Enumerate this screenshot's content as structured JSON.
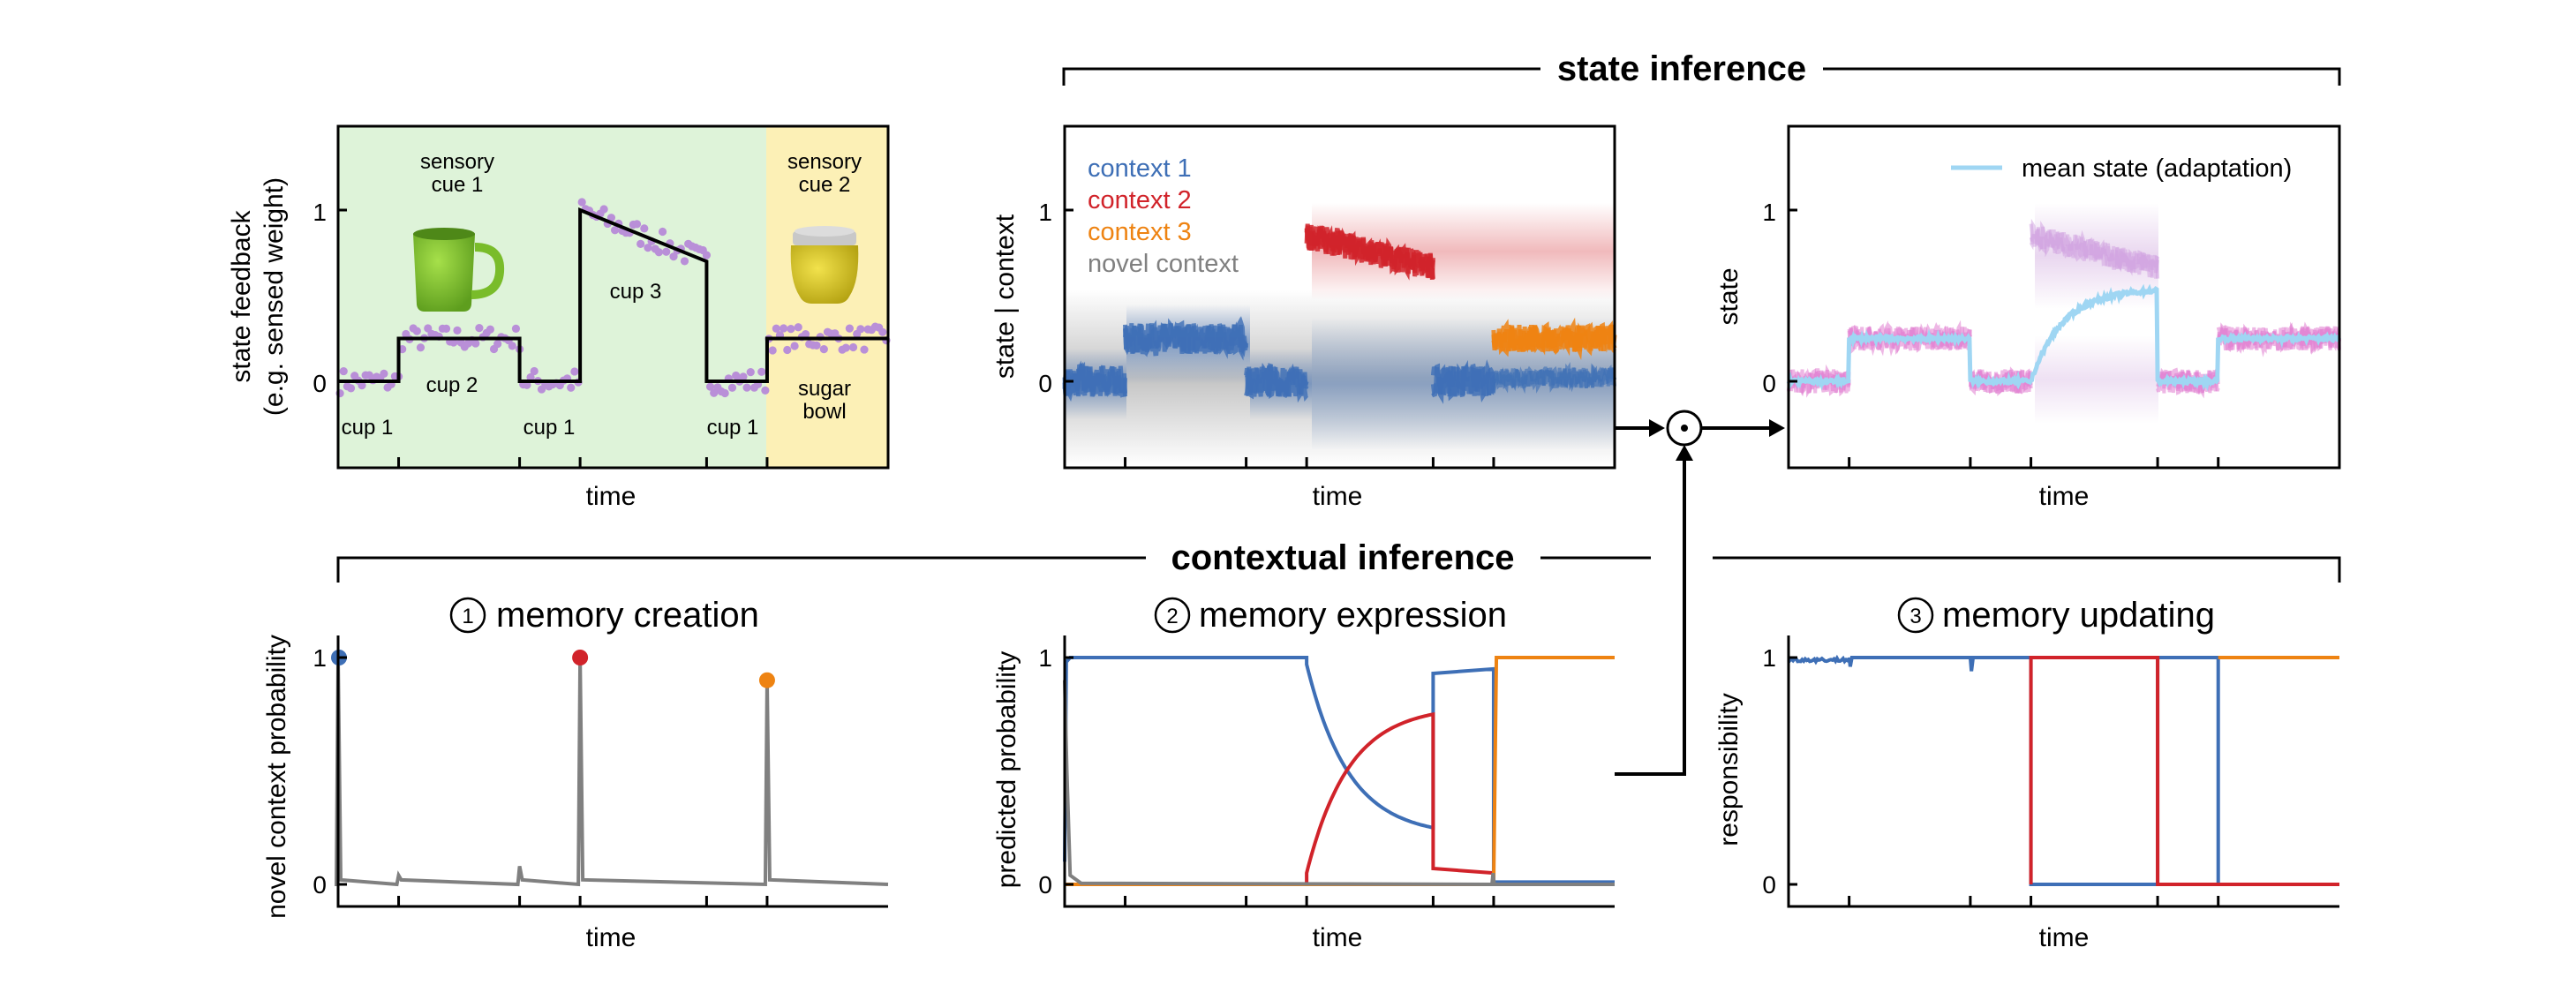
{
  "header_top": "state inference",
  "header_bottom": "contextual inference",
  "colors": {
    "context1": "#3e6fb6",
    "context2": "#d1232a",
    "context3": "#ee8312",
    "novel": "#808080",
    "mean": "#9fd6f3",
    "points": "#b98fd8",
    "green_bg": "#def3d9",
    "yellow_bg": "#fcf0b6"
  },
  "chart_data": [
    {
      "id": "feedback",
      "type": "line",
      "ylabel": "state feedback",
      "ylabel2": "(e.g. sensed weight)",
      "xlabel": "time",
      "yticks": [
        "0",
        "1"
      ],
      "ylim": [
        -0.5,
        1.5
      ],
      "segment_labels": [
        "cup 1",
        "cup 2",
        "cup 1",
        "cup 3",
        "cup 1"
      ],
      "segment_label_last": [
        "sugar",
        "bowl"
      ],
      "cue1": [
        "sensory",
        "cue 1"
      ],
      "cue2": [
        "sensory",
        "cue 2"
      ],
      "x": [
        0,
        0.11,
        0.11,
        0.33,
        0.33,
        0.44,
        0.44,
        0.67,
        0.67,
        0.78,
        0.78,
        1.0
      ],
      "y": [
        0,
        0,
        0.25,
        0.25,
        0,
        0,
        1.0,
        0.7,
        0,
        0,
        0.25,
        0.25
      ]
    },
    {
      "id": "state_context",
      "type": "area",
      "ylabel": "state | context",
      "xlabel": "time",
      "yticks": [
        "0",
        "1"
      ],
      "legend": [
        "context 1",
        "context 2",
        "context 3",
        "novel context"
      ]
    },
    {
      "id": "state",
      "type": "line",
      "ylabel": "state",
      "xlabel": "time",
      "yticks": [
        "0",
        "1"
      ],
      "legend": [
        "mean state (adaptation)"
      ]
    },
    {
      "id": "memory_creation",
      "type": "line",
      "number": "1",
      "title": "memory creation",
      "ylabel": "novel context probability",
      "xlabel": "time",
      "yticks": [
        "0",
        "1"
      ],
      "spikes": [
        {
          "t": 0.0,
          "p": 1.0
        },
        {
          "t": 0.11,
          "p": 0.04
        },
        {
          "t": 0.33,
          "p": 0.08
        },
        {
          "t": 0.44,
          "p": 1.0
        },
        {
          "t": 0.78,
          "p": 0.9
        }
      ]
    },
    {
      "id": "memory_expression",
      "type": "line",
      "number": "2",
      "title": "memory expression",
      "ylabel": "predicted probability",
      "xlabel": "time",
      "yticks": [
        "0",
        "1"
      ]
    },
    {
      "id": "memory_updating",
      "type": "line",
      "number": "3",
      "title": "memory updating",
      "ylabel": "responsibility",
      "xlabel": "time",
      "yticks": [
        "0",
        "1"
      ]
    }
  ]
}
